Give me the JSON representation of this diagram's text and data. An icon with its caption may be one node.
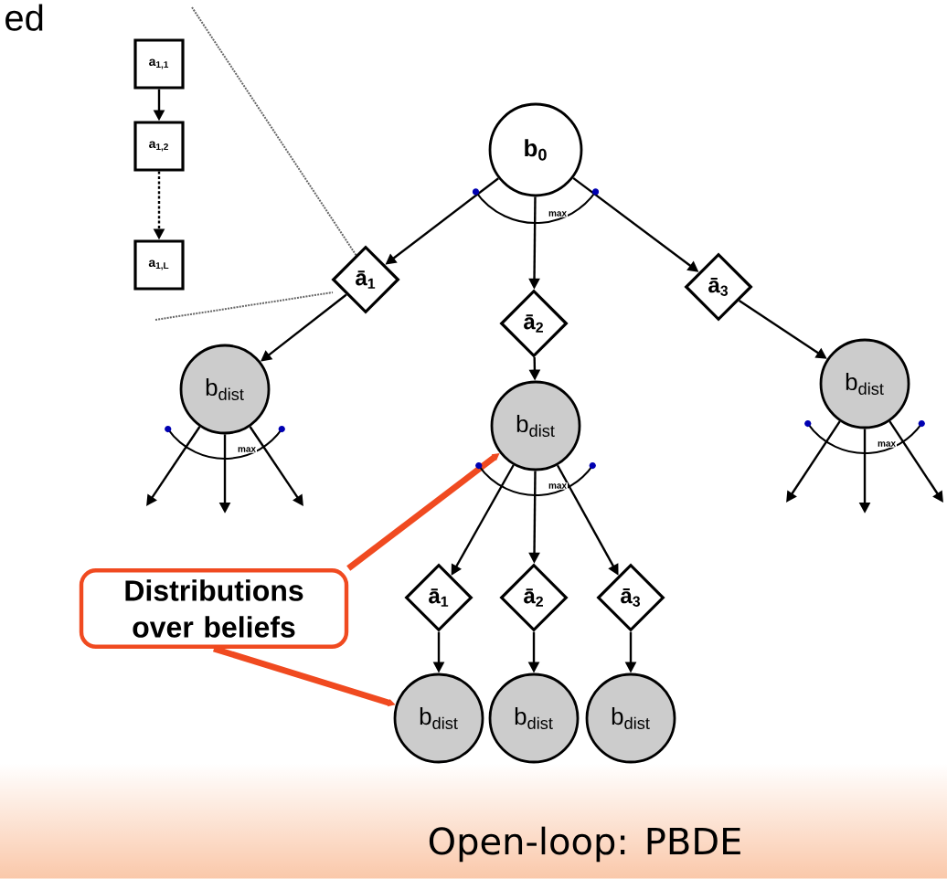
{
  "diagram": {
    "caption": "Open-loop: PBDE",
    "nodes": [
      {
        "text": [
          "b$_{0}$"
        ]
      },
      {
        "text": [
          "ā$_{1}$"
        ]
      },
      {
        "text": [
          "ā$_{2}$"
        ]
      },
      {
        "text": [
          "ā$_{3}$"
        ]
      },
      {
        "text": [
          "b$_{dist}$"
        ]
      },
      {
        "text": [
          "b$_{dist}$"
        ]
      },
      {
        "text": [
          "b$_{dist}$"
        ]
      },
      {
        "text": [
          "ā$_{1}$"
        ]
      },
      {
        "text": [
          "ā$_{2}$"
        ]
      },
      {
        "text": [
          "ā$_{3}$"
        ]
      },
      {
        "text": [
          "b$_{dist}$"
        ]
      },
      {
        "text": [
          "b$_{dist}$"
        ]
      },
      {
        "text": [
          "b$_{dist}$"
        ]
      },
      {
        "text": [
          "Distributions over beliefs"
        ]
      },
      {
        "text": [
          "a$_{1,1}$"
        ]
      },
      {
        "text": [
          "a$_{1,2}$"
        ]
      },
      {
        "text": [
          "a$_{1,L}$"
        ]
      }
    ],
    "edges": [
      {
        "from": 0,
        "to": 1,
        "arrow": "to"
      },
      {
        "from": 0,
        "to": 2,
        "arrow": "to"
      },
      {
        "from": 0,
        "to": 3,
        "arrow": "to"
      },
      {
        "from": 1,
        "to": 4,
        "arrow": "to"
      },
      {
        "from": 2,
        "to": 5,
        "arrow": "to"
      },
      {
        "from": 3,
        "to": 6,
        "arrow": "to"
      },
      {
        "from": 4,
        "to": null,
        "arrow": "to"
      },
      {
        "from": 4,
        "to": null,
        "arrow": "to"
      },
      {
        "from": 4,
        "to": null,
        "arrow": "to"
      },
      {
        "from": 5,
        "to": 7,
        "arrow": "to"
      },
      {
        "from": 5,
        "to": 8,
        "arrow": "to"
      },
      {
        "from": 5,
        "to": 9,
        "arrow": "to"
      },
      {
        "from": 7,
        "to": 10,
        "arrow": "to"
      },
      {
        "from": 8,
        "to": 11,
        "arrow": "to"
      },
      {
        "from": 9,
        "to": 12,
        "arrow": "to"
      },
      {
        "from": 6,
        "to": null,
        "arrow": "to"
      },
      {
        "from": 6,
        "to": null,
        "arrow": "to"
      },
      {
        "from": 6,
        "to": null,
        "arrow": "to"
      },
      {
        "from": 13,
        "to": 5,
        "arrow": "to",
        "style": "thick",
        "color": "#f04a20"
      },
      {
        "from": 13,
        "to": 10,
        "arrow": "to",
        "style": "thick",
        "color": "#f04a20"
      },
      {
        "from": 14,
        "to": 15,
        "arrow": "to"
      },
      {
        "from": 15,
        "to": 16,
        "arrow": "to",
        "style": "dashed"
      }
    ],
    "labels": [
      "ed",
      "max",
      "max",
      "max",
      "max"
    ]
  }
}
